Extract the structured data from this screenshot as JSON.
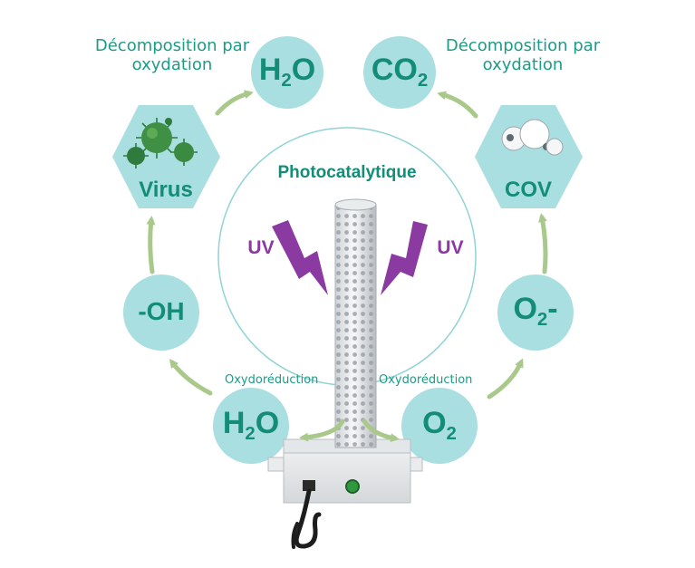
{
  "labels": {
    "decomp_left": "Décomposition par oxydation",
    "decomp_right": "Décomposition par oxydation",
    "photocatalytique": "Photocatalytique",
    "uv_left": "UV",
    "uv_right": "UV",
    "oxydo_left": "Oxydoréduction",
    "oxydo_right": "Oxydoréduction",
    "virus": "Virus",
    "cov": "COV",
    "oh": "-OH"
  },
  "molecules": {
    "h2o_top": {
      "main": "H",
      "sub": "2",
      "tail": "O"
    },
    "co2_top": {
      "main": "CO",
      "sub": "2",
      "tail": ""
    },
    "o2minus": {
      "main": "O",
      "sub": "2",
      "tail": "-"
    },
    "h2o_bottom": {
      "main": "H",
      "sub": "2",
      "tail": "O"
    },
    "o2_bottom": {
      "main": "O",
      "sub": "2",
      "tail": ""
    }
  },
  "colors": {
    "node_fill": "#a9dfe0",
    "text_teal": "#138c78",
    "arrow_green": "#a9c98a",
    "uv_purple": "#8a3aa0",
    "ring_line": "#8fd3d6"
  }
}
